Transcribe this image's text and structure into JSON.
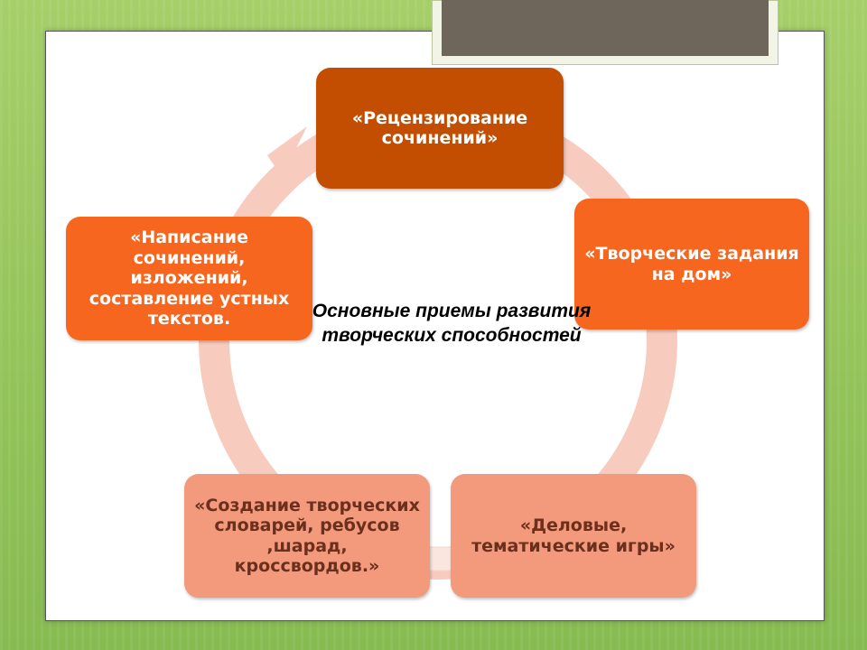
{
  "colors": {
    "background": "#94c45a",
    "slide": "#ffffff",
    "title_block": "#6f665b",
    "ring": "#f7cbbd",
    "node_dark": "#c34e02",
    "node_orange": "#f7661f",
    "node_light": "#f29a7b"
  },
  "diagram": {
    "center_label": "Основные приемы развития творческих способностей",
    "nodes": [
      {
        "label": "«Рецензирование сочинений»"
      },
      {
        "label": "«Творческие задания на дом»"
      },
      {
        "label": "«Деловые, тематические игры»"
      },
      {
        "label": "«Создание творческих словарей, ребусов ,шарад, кроссвордов.»"
      },
      {
        "label": "«Написание сочинений, изложений, составление устных текстов."
      }
    ]
  }
}
